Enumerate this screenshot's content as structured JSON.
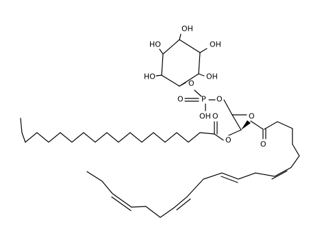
{
  "structure": {
    "atoms": {
      "oh_top": "OH",
      "oh_upper_left": "HO",
      "oh_upper_right": "OH",
      "oh_lower_left": "HO",
      "oh_lower_right": "OH",
      "o_ring_link": "O",
      "p_atom": "P",
      "o_double_p": "O",
      "o_glycerol_link": "O",
      "oh_phosphate": "OH",
      "o_ester_sn2": "O",
      "o_carbonyl_sn1": "O",
      "o_ester_sn1": "O",
      "o_carbonyl_sn2": "O"
    }
  }
}
